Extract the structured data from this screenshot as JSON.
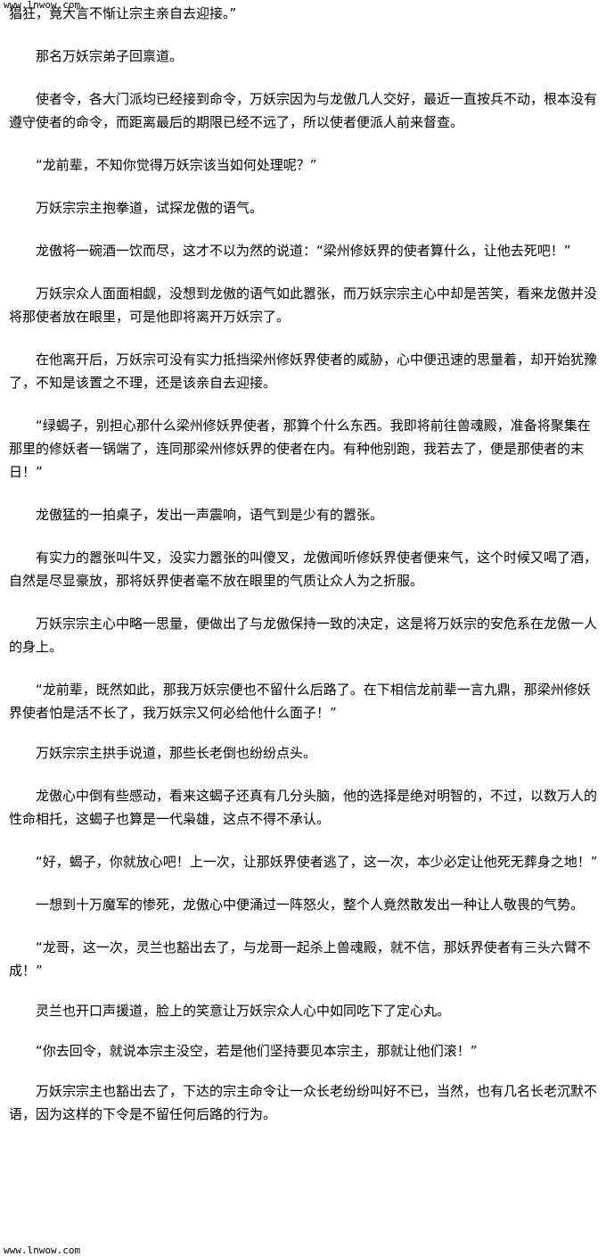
{
  "header": {
    "site": "www.lnwow.com"
  },
  "footer": {
    "site": "www.lnwow.com"
  },
  "paragraphs": [
    "猖狂，竟大言不惭让宗主亲自去迎接。”",
    "那名万妖宗弟子回禀道。",
    "使者令，各大门派均已经接到命令，万妖宗因为与龙傲几人交好，最近一直按兵不动，根本没有遵守使者的命令，而距离最后的期限已经不远了，所以使者便派人前来督查。",
    "“龙前辈，不知你觉得万妖宗该当如何处理呢？”",
    "万妖宗宗主抱拳道，试探龙傲的语气。",
    "龙傲将一碗酒一饮而尽，这才不以为然的说道：“梁州修妖界的使者算什么，让他去死吧！”",
    "万妖宗众人面面相觑，没想到龙傲的语气如此嚣张，而万妖宗宗主心中却是苦笑，看来龙傲并没将那使者放在眼里，可是他即将离开万妖宗了。",
    "在他离开后，万妖宗可没有实力抵挡梁州修妖界使者的威胁，心中便迅速的思量着，却开始犹豫了，不知是该置之不理，还是该亲自去迎接。",
    "“绿蝎子，别担心那什么梁州修妖界使者，那算个什么东西。我即将前往兽魂殿，准备将聚集在那里的修妖者一锅端了，连同那梁州修妖界的使者在内。有种他别跑，我若去了，便是那使者的末日！”",
    "龙傲猛的一拍桌子，发出一声震响，语气到是少有的嚣张。",
    "有实力的嚣张叫牛叉，没实力嚣张的叫傻叉，龙傲闻听修妖界使者便来气，这个时候又喝了酒，自然是尽显豪放，那将妖界使者毫不放在眼里的气质让众人为之折服。",
    "万妖宗宗主心中略一思量，便做出了与龙傲保持一致的决定，这是将万妖宗的安危系在龙傲一人的身上。",
    "“龙前辈，既然如此，那我万妖宗便也不留什么后路了。在下相信龙前辈一言九鼎，那梁州修妖界使者怕是活不长了，我万妖宗又何必给他什么面子！”",
    "万妖宗宗主拱手说道，那些长老倒也纷纷点头。",
    "龙傲心中倒有些感动，看来这蝎子还真有几分头脑，他的选择是绝对明智的，不过，以数万人的性命相托，这蝎子也算是一代枭雄，这点不得不承认。",
    "“好，蝎子，你就放心吧！上一次，让那妖界使者逃了，这一次，本少必定让他死无葬身之地！”",
    "一想到十万魔军的惨死，龙傲心中便涌过一阵怒火，整个人竟然散发出一种让人敬畏的气势。",
    "“龙哥，这一次，灵兰也豁出去了，与龙哥一起杀上兽魂殿，就不信，那妖界使者有三头六臂不成！”",
    "灵兰也开口声援道，脸上的笑意让万妖宗众人心中如同吃下了定心丸。",
    "“你去回令，就说本宗主没空，若是他们坚持要见本宗主，那就让他们滚！”",
    "万妖宗宗主也豁出去了，下达的宗主命令让一众长老纷纷叫好不已，当然，也有几名长老沉默不语，因为这样的下令是不留任何后路的行为。"
  ]
}
